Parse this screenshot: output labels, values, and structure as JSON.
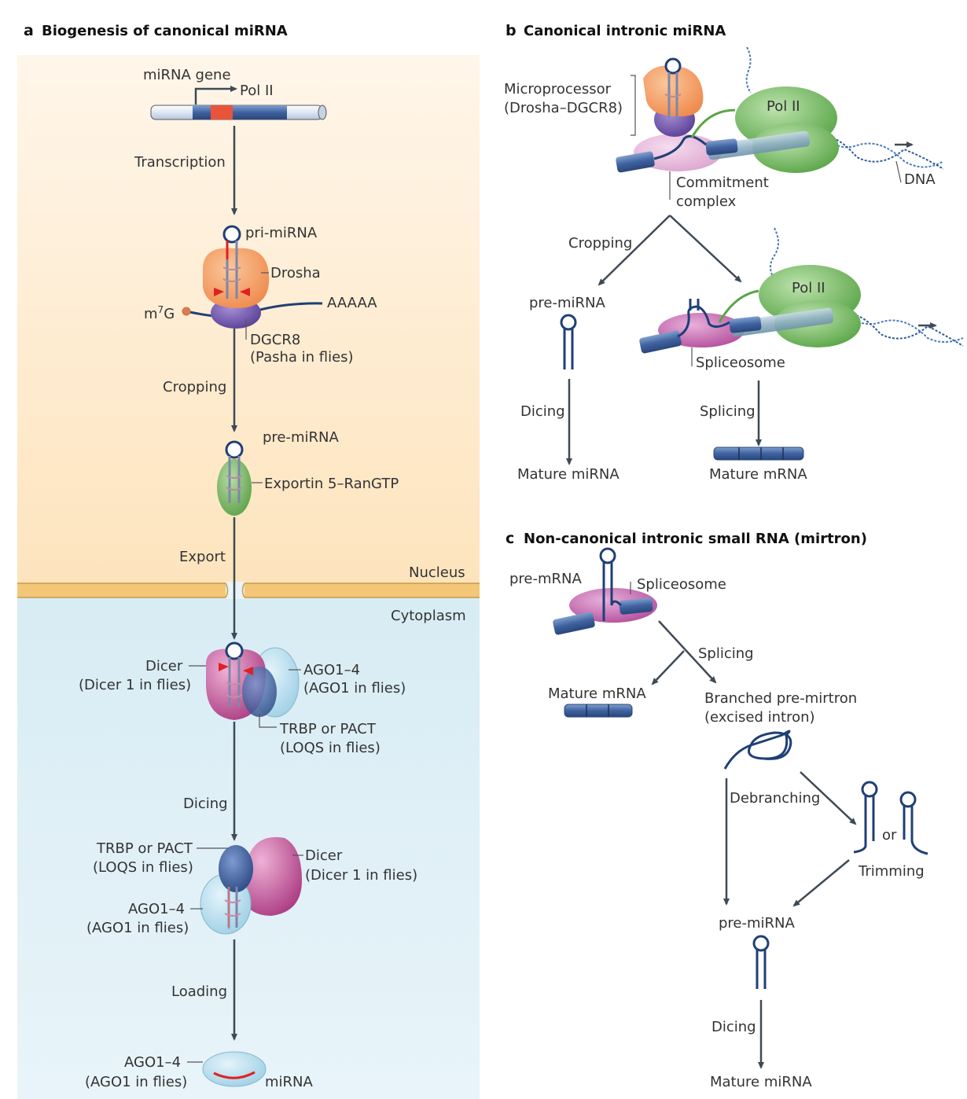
{
  "panel_a": {
    "letter": "a",
    "title": "Biogenesis of canonical miRNA",
    "mirna_gene": "miRNA gene",
    "pol2": "Pol II",
    "transcription": "Transcription",
    "pri_mirna": "pri-miRNA",
    "drosha": "Drosha",
    "m7g": "m7G",
    "polya": "AAAAA",
    "dgcr8": "DGCR8",
    "pasha": "(Pasha in flies)",
    "cropping": "Cropping",
    "pre_mirna": "pre-miRNA",
    "exportin": "Exportin 5–RanGTP",
    "export": "Export",
    "nucleus": "Nucleus",
    "cytoplasm": "Cytoplasm",
    "dicer": "Dicer",
    "dicer_flies": "(Dicer 1 in flies)",
    "ago": "AGO1–4",
    "ago_flies": "(AGO1 in flies)",
    "trbp": "TRBP or PACT",
    "loqs": "(LOQS in flies)",
    "dicing": "Dicing",
    "loading": "Loading",
    "mirna": "miRNA"
  },
  "panel_b": {
    "letter": "b",
    "title": "Canonical intronic miRNA",
    "microprocessor": "Microprocessor",
    "drosha_dgcr8": "(Drosha–DGCR8)",
    "pol2": "Pol II",
    "commitment": "Commitment",
    "complex": "complex",
    "dna": "DNA",
    "cropping": "Cropping",
    "pre_mirna": "pre-miRNA",
    "spliceosome": "Spliceosome",
    "dicing": "Dicing",
    "splicing": "Splicing",
    "mature_mirna": "Mature miRNA",
    "mature_mrna": "Mature mRNA"
  },
  "panel_c": {
    "letter": "c",
    "title": "Non-canonical intronic small RNA (mirtron)",
    "pre_mrna": "pre-mRNA",
    "spliceosome": "Spliceosome",
    "splicing": "Splicing",
    "mature_mrna": "Mature mRNA",
    "branched": "Branched pre-mirtron",
    "excised": "(excised intron)",
    "debranching": "Debranching",
    "or": "or",
    "trimming": "Trimming",
    "pre_mirna": "pre-miRNA",
    "dicing": "Dicing",
    "mature_mirna": "Mature miRNA"
  },
  "colors": {
    "nucleus_bg": "#fde4bd",
    "cytoplasm_bg": "#d8ecf4",
    "membrane": "#f3c777",
    "drosha": "#f6a06a",
    "dgcr8": "#7d64b5",
    "exportin": "#8cc07a",
    "dicer": "#c65b9e",
    "ago": "#b9e0f0",
    "trbp": "#3f62a0",
    "pol2": "#7bbf6a",
    "spliceosome": "#c870b8",
    "rna": "#1f3f77",
    "cleavage": "#e02020"
  }
}
